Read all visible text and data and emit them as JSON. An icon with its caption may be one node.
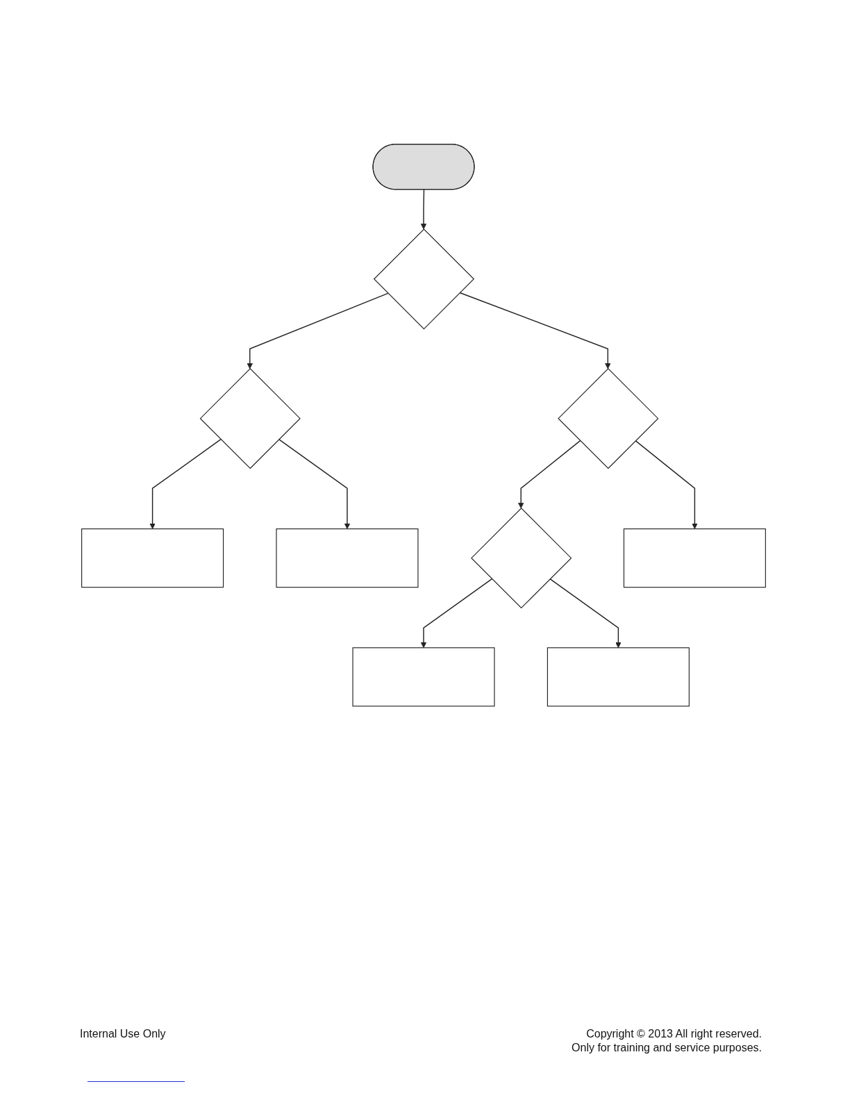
{
  "diagram": {
    "nodes": [
      {
        "text": [],
        "shape": "stadium"
      },
      {
        "text": [],
        "shape": "diamond"
      },
      {
        "text": [],
        "shape": "diamond"
      },
      {
        "text": [],
        "shape": "box"
      },
      {
        "text": [],
        "shape": "box"
      },
      {
        "text": [],
        "shape": "diamond"
      },
      {
        "text": [],
        "shape": "diamond"
      },
      {
        "text": [],
        "shape": "box"
      },
      {
        "text": [],
        "shape": "box"
      },
      {
        "text": [],
        "shape": "box"
      }
    ],
    "edges": [
      {
        "from": 0,
        "to": 1,
        "arrow": "to"
      },
      {
        "from": 1,
        "to": 2,
        "arrow": "to"
      },
      {
        "from": 2,
        "to": 3,
        "arrow": "to"
      },
      {
        "from": 2,
        "to": 4,
        "arrow": "to"
      },
      {
        "from": 1,
        "to": 5,
        "arrow": "to"
      },
      {
        "from": 5,
        "to": 6,
        "arrow": "to"
      },
      {
        "from": 6,
        "to": 7,
        "arrow": "to"
      },
      {
        "from": 5,
        "to": 8,
        "arrow": "to"
      },
      {
        "from": 6,
        "to": 9,
        "arrow": "to"
      }
    ],
    "labels": [
      "Internal Use Only",
      "Copyright © 2013 All right reserved.",
      "Only for training and service purposes."
    ]
  }
}
